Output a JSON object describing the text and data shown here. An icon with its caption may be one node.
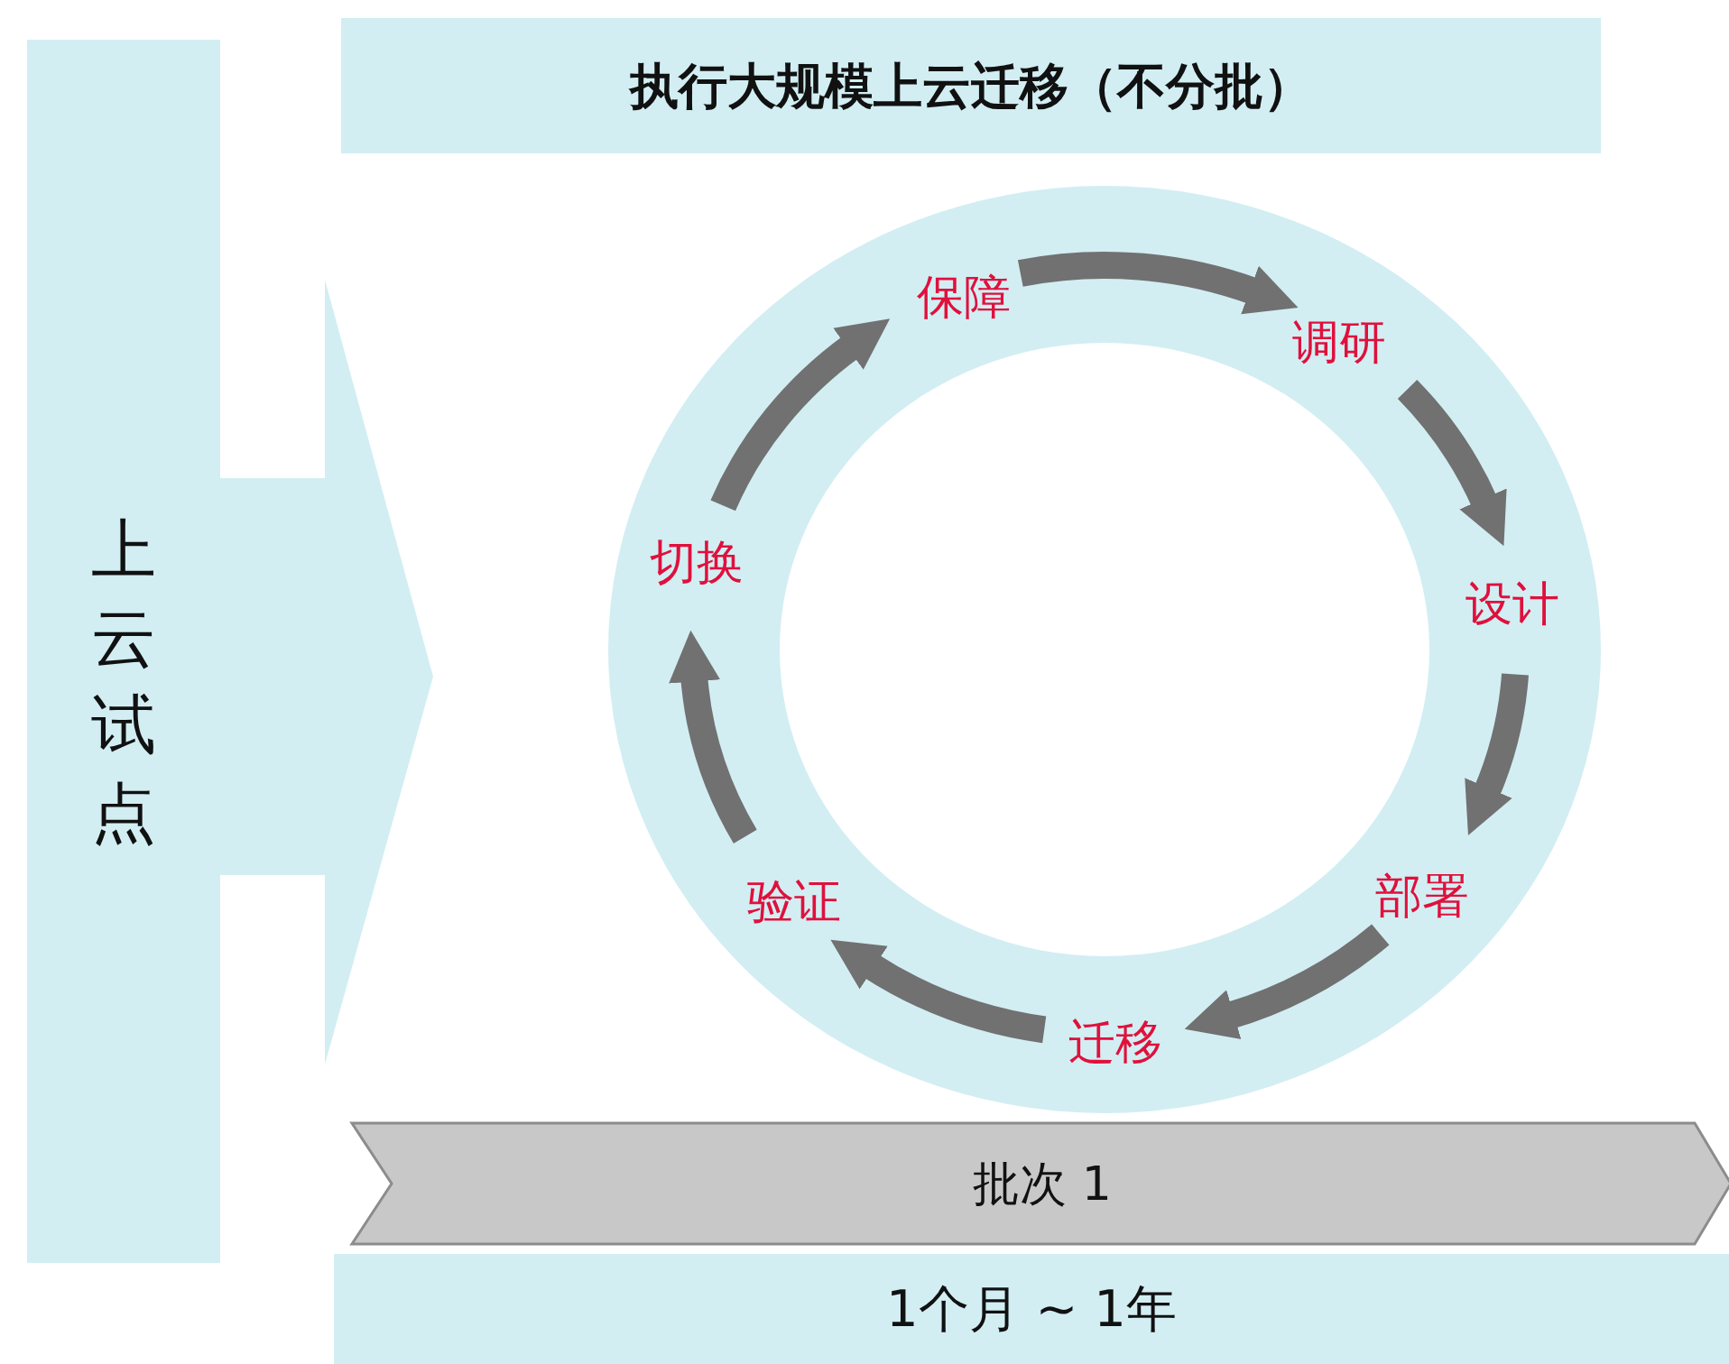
{
  "diagram": {
    "nodes": [
      {
        "text": [
          "上云试点"
        ]
      },
      {
        "text": [
          "执行大规模上云迁移（不分批）"
        ]
      },
      {
        "text": [],
        "shape": "circle"
      },
      {
        "text": [
          "保障"
        ],
        "in": 2
      },
      {
        "text": [
          "调研"
        ],
        "in": 2
      },
      {
        "text": [
          "设计"
        ],
        "in": 2
      },
      {
        "text": [
          "部署"
        ],
        "in": 2
      },
      {
        "text": [
          "迁移"
        ],
        "in": 2
      },
      {
        "text": [
          "验证"
        ],
        "in": 2
      },
      {
        "text": [
          "切换"
        ],
        "in": 2
      },
      {
        "text": [
          "批次 1"
        ]
      },
      {
        "text": [
          "1个月 ~ 1年"
        ]
      }
    ],
    "edges": [
      {
        "from": 3,
        "to": 4,
        "arrow": "to"
      },
      {
        "from": 4,
        "to": 5,
        "arrow": "to"
      },
      {
        "from": 5,
        "to": 6,
        "arrow": "to"
      },
      {
        "from": 6,
        "to": 7,
        "arrow": "to"
      },
      {
        "from": 7,
        "to": 8,
        "arrow": "to"
      },
      {
        "from": 8,
        "to": 9,
        "arrow": "to"
      },
      {
        "from": 9,
        "to": 3,
        "arrow": "to"
      }
    ]
  }
}
